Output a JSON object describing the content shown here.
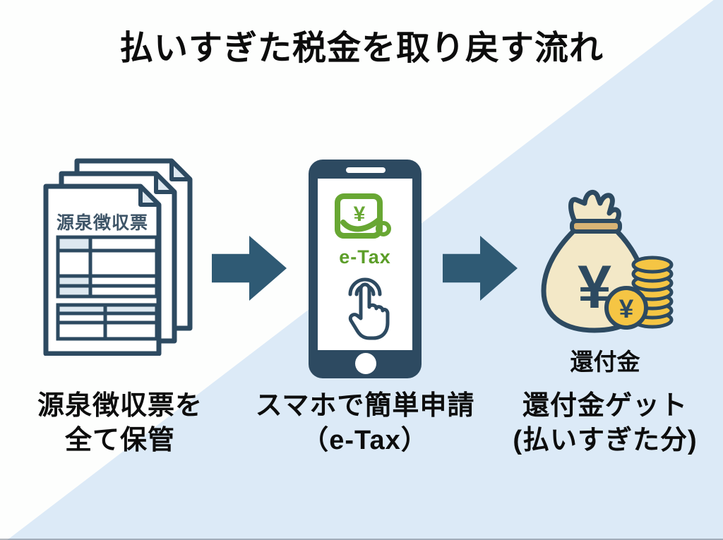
{
  "title": "払いすぎた税金を取り戻す流れ",
  "colors": {
    "background_white": "#fdfefd",
    "background_light_blue": "#dceaf7",
    "dark_slate_outline": "#2d4a61",
    "arrow_blue": "#2f5a74",
    "etax_green": "#68a733",
    "coin_gold": "#f5c544",
    "bag_cream": "#f3e8c7",
    "tie_tan": "#d9b475",
    "shaded_cell": "#dde8f0",
    "text_black": "#0d0d0d"
  },
  "icons": {
    "documents": "withholding-slip-stack-icon",
    "smartphone": "smartphone-icon",
    "etax_logo": "etax-terminal-icon",
    "tap": "tap-gesture-icon",
    "money_bag": "money-bag-icon",
    "coins": "coin-stack-icon",
    "arrow": "right-arrow-icon"
  },
  "steps": [
    {
      "name": "keep-withholding-slips",
      "doc_title": "源泉徴収票",
      "label_lines": [
        "源泉徴収票を",
        "全て保管"
      ]
    },
    {
      "name": "apply-via-smartphone",
      "logo_currency": "¥",
      "logo_text": "e-Tax",
      "label_lines": [
        "スマホで簡単申請",
        "（e-Tax）"
      ]
    },
    {
      "name": "get-refund",
      "bag_currency": "¥",
      "coin_currency": "¥",
      "caption": "還付金",
      "label_lines": [
        "還付金ゲット",
        "(払いすぎた分)"
      ]
    }
  ]
}
